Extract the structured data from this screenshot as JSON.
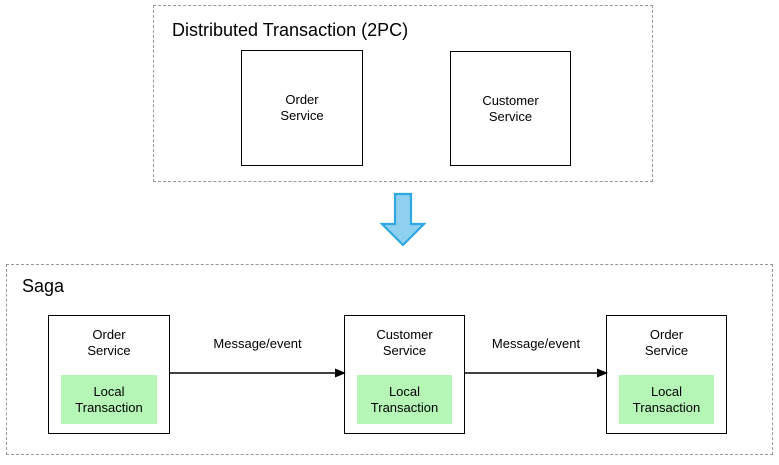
{
  "diagram": {
    "background_color": "#ffffff",
    "groups": [
      {
        "id": "2pc",
        "title": "Distributed Transaction (2PC)",
        "border_style": "dashed",
        "border_color": "#999999",
        "services": [
          {
            "name": "Order Service",
            "label": "Order\nService"
          },
          {
            "name": "Customer Service",
            "label": "Customer\nService"
          }
        ]
      },
      {
        "id": "saga",
        "title": "Saga",
        "border_style": "dashed",
        "border_color": "#999999",
        "services": [
          {
            "name": "Order Service",
            "label": "Order\nService",
            "local_transaction_label": "Local\nTransaction",
            "local_transaction_color": "#b5f5b5"
          },
          {
            "name": "Customer Service",
            "label": "Customer\nService",
            "local_transaction_label": "Local\nTransaction",
            "local_transaction_color": "#b5f5b5"
          },
          {
            "name": "Order Service",
            "label": "Order\nService",
            "local_transaction_label": "Local\nTransaction",
            "local_transaction_color": "#b5f5b5"
          }
        ],
        "connectors": [
          {
            "label": "Message/event",
            "direction": "right"
          },
          {
            "label": "Message/event",
            "direction": "right"
          }
        ]
      }
    ],
    "transition_arrow": {
      "name": "down-arrow",
      "direction": "down",
      "fill_color": "#8fd0f0",
      "stroke_color": "#2ea8e0"
    }
  }
}
